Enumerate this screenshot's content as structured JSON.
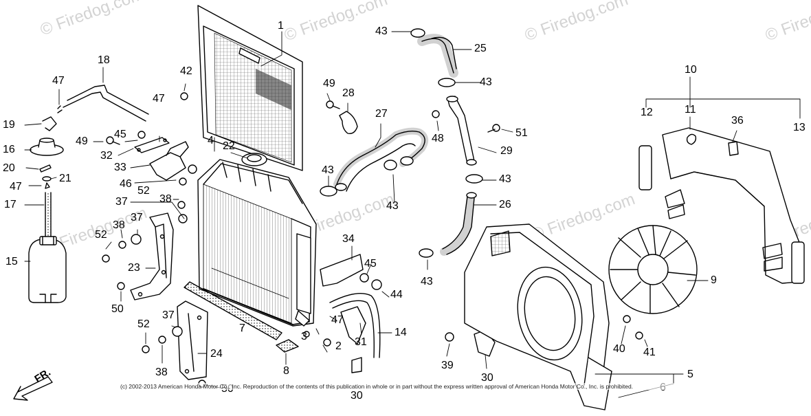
{
  "watermark": "© Firedog.com",
  "front_label": "FR.",
  "copyright": "(c) 2002-2013 American Honda Motor Co., Inc. Reproduction of the contents of this publication in whole or in part without the express written approval of American Honda Motor Co., Inc. is prohibited.",
  "callouts": [
    "1",
    "2",
    "3",
    "4",
    "5",
    "6",
    "7",
    "8",
    "9",
    "10",
    "11",
    "12",
    "13",
    "14",
    "15",
    "16",
    "17",
    "18",
    "19",
    "20",
    "21",
    "22",
    "23",
    "24",
    "25",
    "26",
    "27",
    "28",
    "29",
    "30",
    "31",
    "32",
    "33",
    "34",
    "36",
    "37",
    "38",
    "39",
    "40",
    "41",
    "42",
    "43",
    "44",
    "45",
    "46",
    "47",
    "48",
    "49",
    "50",
    "51",
    "52"
  ]
}
